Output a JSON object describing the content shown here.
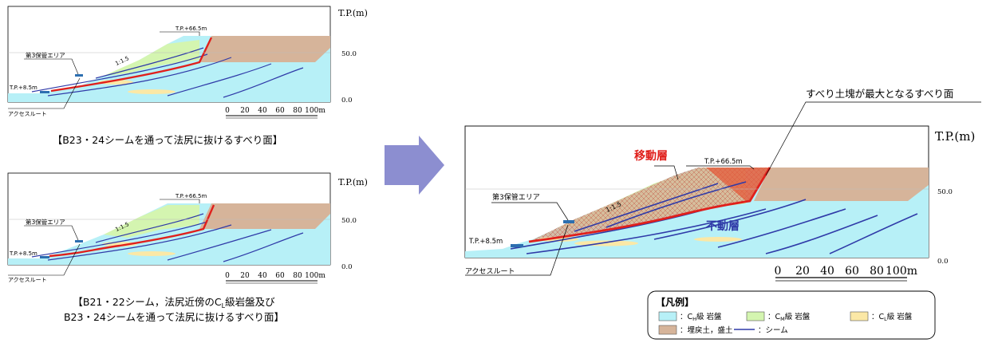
{
  "top_section": {
    "axis_title": "T.P.(m)",
    "tick_50": "50.0",
    "tick_0": "0.0",
    "label_tp665": "T.P.+66.5m",
    "label_area": "第3保管エリア",
    "label_slope": "1:1.5",
    "label_tp85": "T.P.+8.5m",
    "label_access": "アクセスルート",
    "scale_labels": [
      "0",
      "20",
      "40",
      "60",
      "80",
      "100m"
    ],
    "caption": "【B23・24シームを通って法尻に抜けるすべり面】"
  },
  "bottom_section": {
    "axis_title": "T.P.(m)",
    "tick_50": "50.0",
    "tick_0": "0.0",
    "label_tp665": "T.P.+66.5m",
    "label_area": "第3保管エリア",
    "label_slope": "1:1.5",
    "label_tp85": "T.P.+8.5m",
    "label_access": "アクセスルート",
    "scale_labels": [
      "0",
      "20",
      "40",
      "60",
      "80",
      "100m"
    ],
    "caption_line1_a": "【B21・22シーム，法尻近傍のC",
    "caption_line1_sub": "L",
    "caption_line1_b": "級岩盤及び",
    "caption_line2": "B23・24シームを通って法尻に抜けるすべり面】"
  },
  "main_section": {
    "callout": "すべり土塊が最大となるすべり面",
    "axis_title": "T.P.(m)",
    "tick_50": "50.0",
    "tick_0": "0.0",
    "label_tp665": "T.P.+66.5m",
    "label_area": "第3保管エリア",
    "label_slope": "1:1.5",
    "label_tp85": "T.P.+8.5m",
    "label_access": "アクセスルート",
    "label_moving": "移動層",
    "label_fixed": "不動層",
    "scale_labels": [
      "0",
      "20",
      "40",
      "60",
      "80",
      "100m"
    ]
  },
  "legend": {
    "title": "【凡例】",
    "items": [
      {
        "label": "：C",
        "sub": "H",
        "suffix": "級 岩盤",
        "color": "#b7f0f7"
      },
      {
        "label": "：C",
        "sub": "M",
        "suffix": "級 岩盤",
        "color": "#d4f5b0"
      },
      {
        "label": "：C",
        "sub": "L",
        "suffix": "級 岩盤",
        "color": "#fbe8a6"
      },
      {
        "label": "：埋戻土，盛土",
        "sub": "",
        "suffix": "",
        "color": "#d6b49a"
      },
      {
        "label": "：シーム",
        "sub": "",
        "suffix": "",
        "color": "#2f3aa8"
      }
    ]
  },
  "colors": {
    "rock_ch": "#b7f0f7",
    "rock_cm": "#d4f5b0",
    "rock_cl": "#fbe8a6",
    "fill": "#d6b49a",
    "seam": "#2f3aa8",
    "slip": "#e0201c",
    "arrow": "#8c8ed0",
    "moving_label": "#e0201c",
    "fixed_label": "#2f3aa8",
    "structure": "#2d6fb0"
  }
}
